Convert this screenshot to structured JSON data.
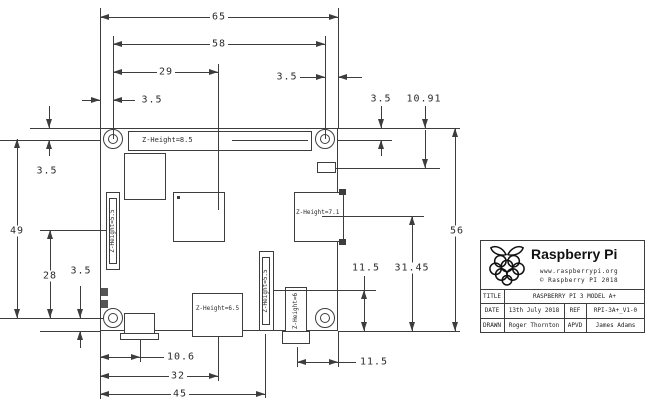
{
  "drawing": {
    "dims": {
      "w65": "65",
      "w58": "58",
      "w29": "29",
      "off35_tr": "3.5",
      "off35_tl": "3.5",
      "v35_left_top": "3.5",
      "h49": "49",
      "h28": "28",
      "v35_left_bottom": "3.5",
      "usb_106": "10.6",
      "usb_32": "32",
      "cam_45": "45",
      "jack_115": "11.5",
      "v35_right_top": "3.5",
      "v1091": "10.91",
      "cam_v115": "11.5",
      "hdmi_3145": "31.45",
      "h56": "56"
    },
    "component_labels": {
      "gpio": "Z-Height=8.5",
      "dsi": "Z-Height=5.5",
      "hdmi": "Z-Height=7.1",
      "camera": "Z-Height=5.5",
      "usb": "Z-Height=6.5",
      "audio": "Z-Height=6"
    }
  },
  "title_block": {
    "brand": "Raspberry Pi",
    "website": "www.raspberrypi.org",
    "copyright": "© Raspberry PI 2018",
    "title_label": "TITLE",
    "title": "RASPBERRY PI 3 MODEL A+",
    "date_label": "DATE",
    "date": "13th July 2018",
    "ref_label": "REF",
    "ref": "RPI-3A+_V1-0",
    "drawn_label": "DRAWN",
    "drawn": "Roger Thornton",
    "apvd_label": "APVD",
    "apvd": "James Adams"
  }
}
